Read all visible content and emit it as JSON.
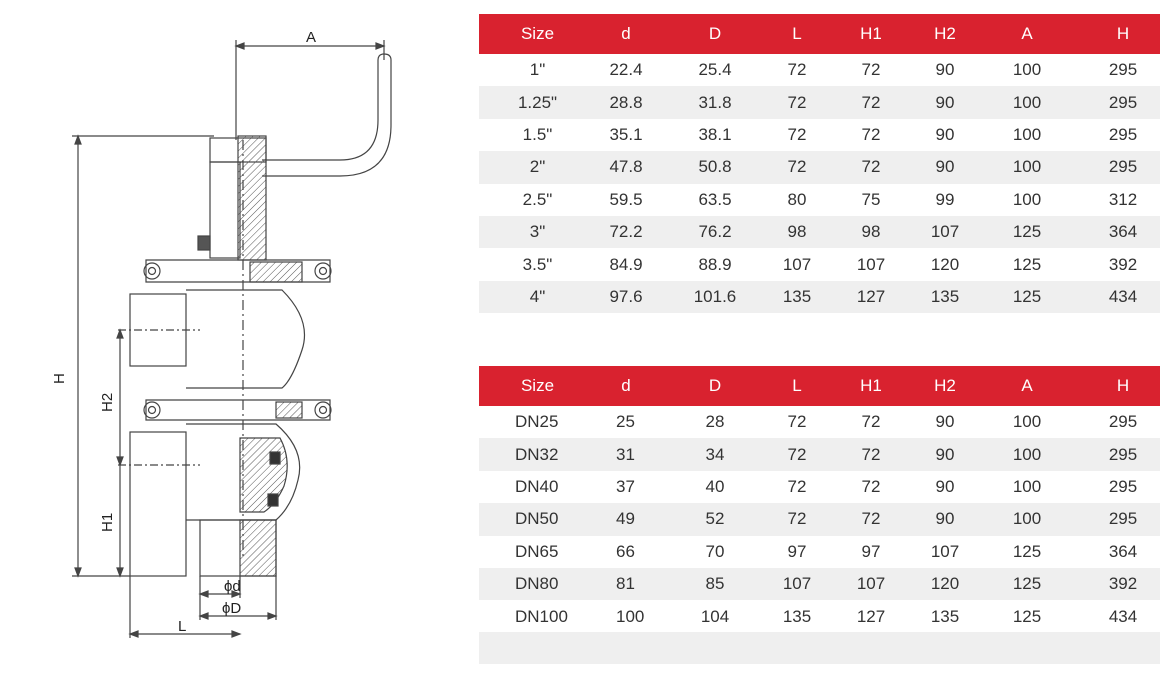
{
  "drawing": {
    "labels": {
      "A": "A",
      "H": "H",
      "H2": "H2",
      "H1": "H1",
      "d": "ϕd",
      "D": "ϕD",
      "L": "L"
    }
  },
  "table_inch": {
    "headers": [
      "Size",
      "d",
      "D",
      "L",
      "H1",
      "H2",
      "A",
      "H"
    ],
    "rows": [
      [
        "1\"",
        "22.4",
        "25.4",
        "72",
        "72",
        "90",
        "100",
        "295"
      ],
      [
        "1.25\"",
        "28.8",
        "31.8",
        "72",
        "72",
        "90",
        "100",
        "295"
      ],
      [
        "1.5\"",
        "35.1",
        "38.1",
        "72",
        "72",
        "90",
        "100",
        "295"
      ],
      [
        "2\"",
        "47.8",
        "50.8",
        "72",
        "72",
        "90",
        "100",
        "295"
      ],
      [
        "2.5\"",
        "59.5",
        "63.5",
        "80",
        "75",
        "99",
        "100",
        "312"
      ],
      [
        "3\"",
        "72.2",
        "76.2",
        "98",
        "98",
        "107",
        "125",
        "364"
      ],
      [
        "3.5\"",
        "84.9",
        "88.9",
        "107",
        "107",
        "120",
        "125",
        "392"
      ],
      [
        "4\"",
        "97.6",
        "101.6",
        "135",
        "127",
        "135",
        "125",
        "434"
      ]
    ]
  },
  "table_dn": {
    "headers": [
      "Size",
      "d",
      "D",
      "L",
      "H1",
      "H2",
      "A",
      "H"
    ],
    "rows": [
      [
        "DN25",
        "25",
        "28",
        "72",
        "72",
        "90",
        "100",
        "295"
      ],
      [
        "DN32",
        "31",
        "34",
        "72",
        "72",
        "90",
        "100",
        "295"
      ],
      [
        "DN40",
        "37",
        "40",
        "72",
        "72",
        "90",
        "100",
        "295"
      ],
      [
        "DN50",
        "49",
        "52",
        "72",
        "72",
        "90",
        "100",
        "295"
      ],
      [
        "DN65",
        "66",
        "70",
        "97",
        "97",
        "107",
        "125",
        "364"
      ],
      [
        "DN80",
        "81",
        "85",
        "107",
        "107",
        "120",
        "125",
        "392"
      ],
      [
        "DN100",
        "100",
        "104",
        "135",
        "127",
        "135",
        "125",
        "434"
      ]
    ]
  }
}
